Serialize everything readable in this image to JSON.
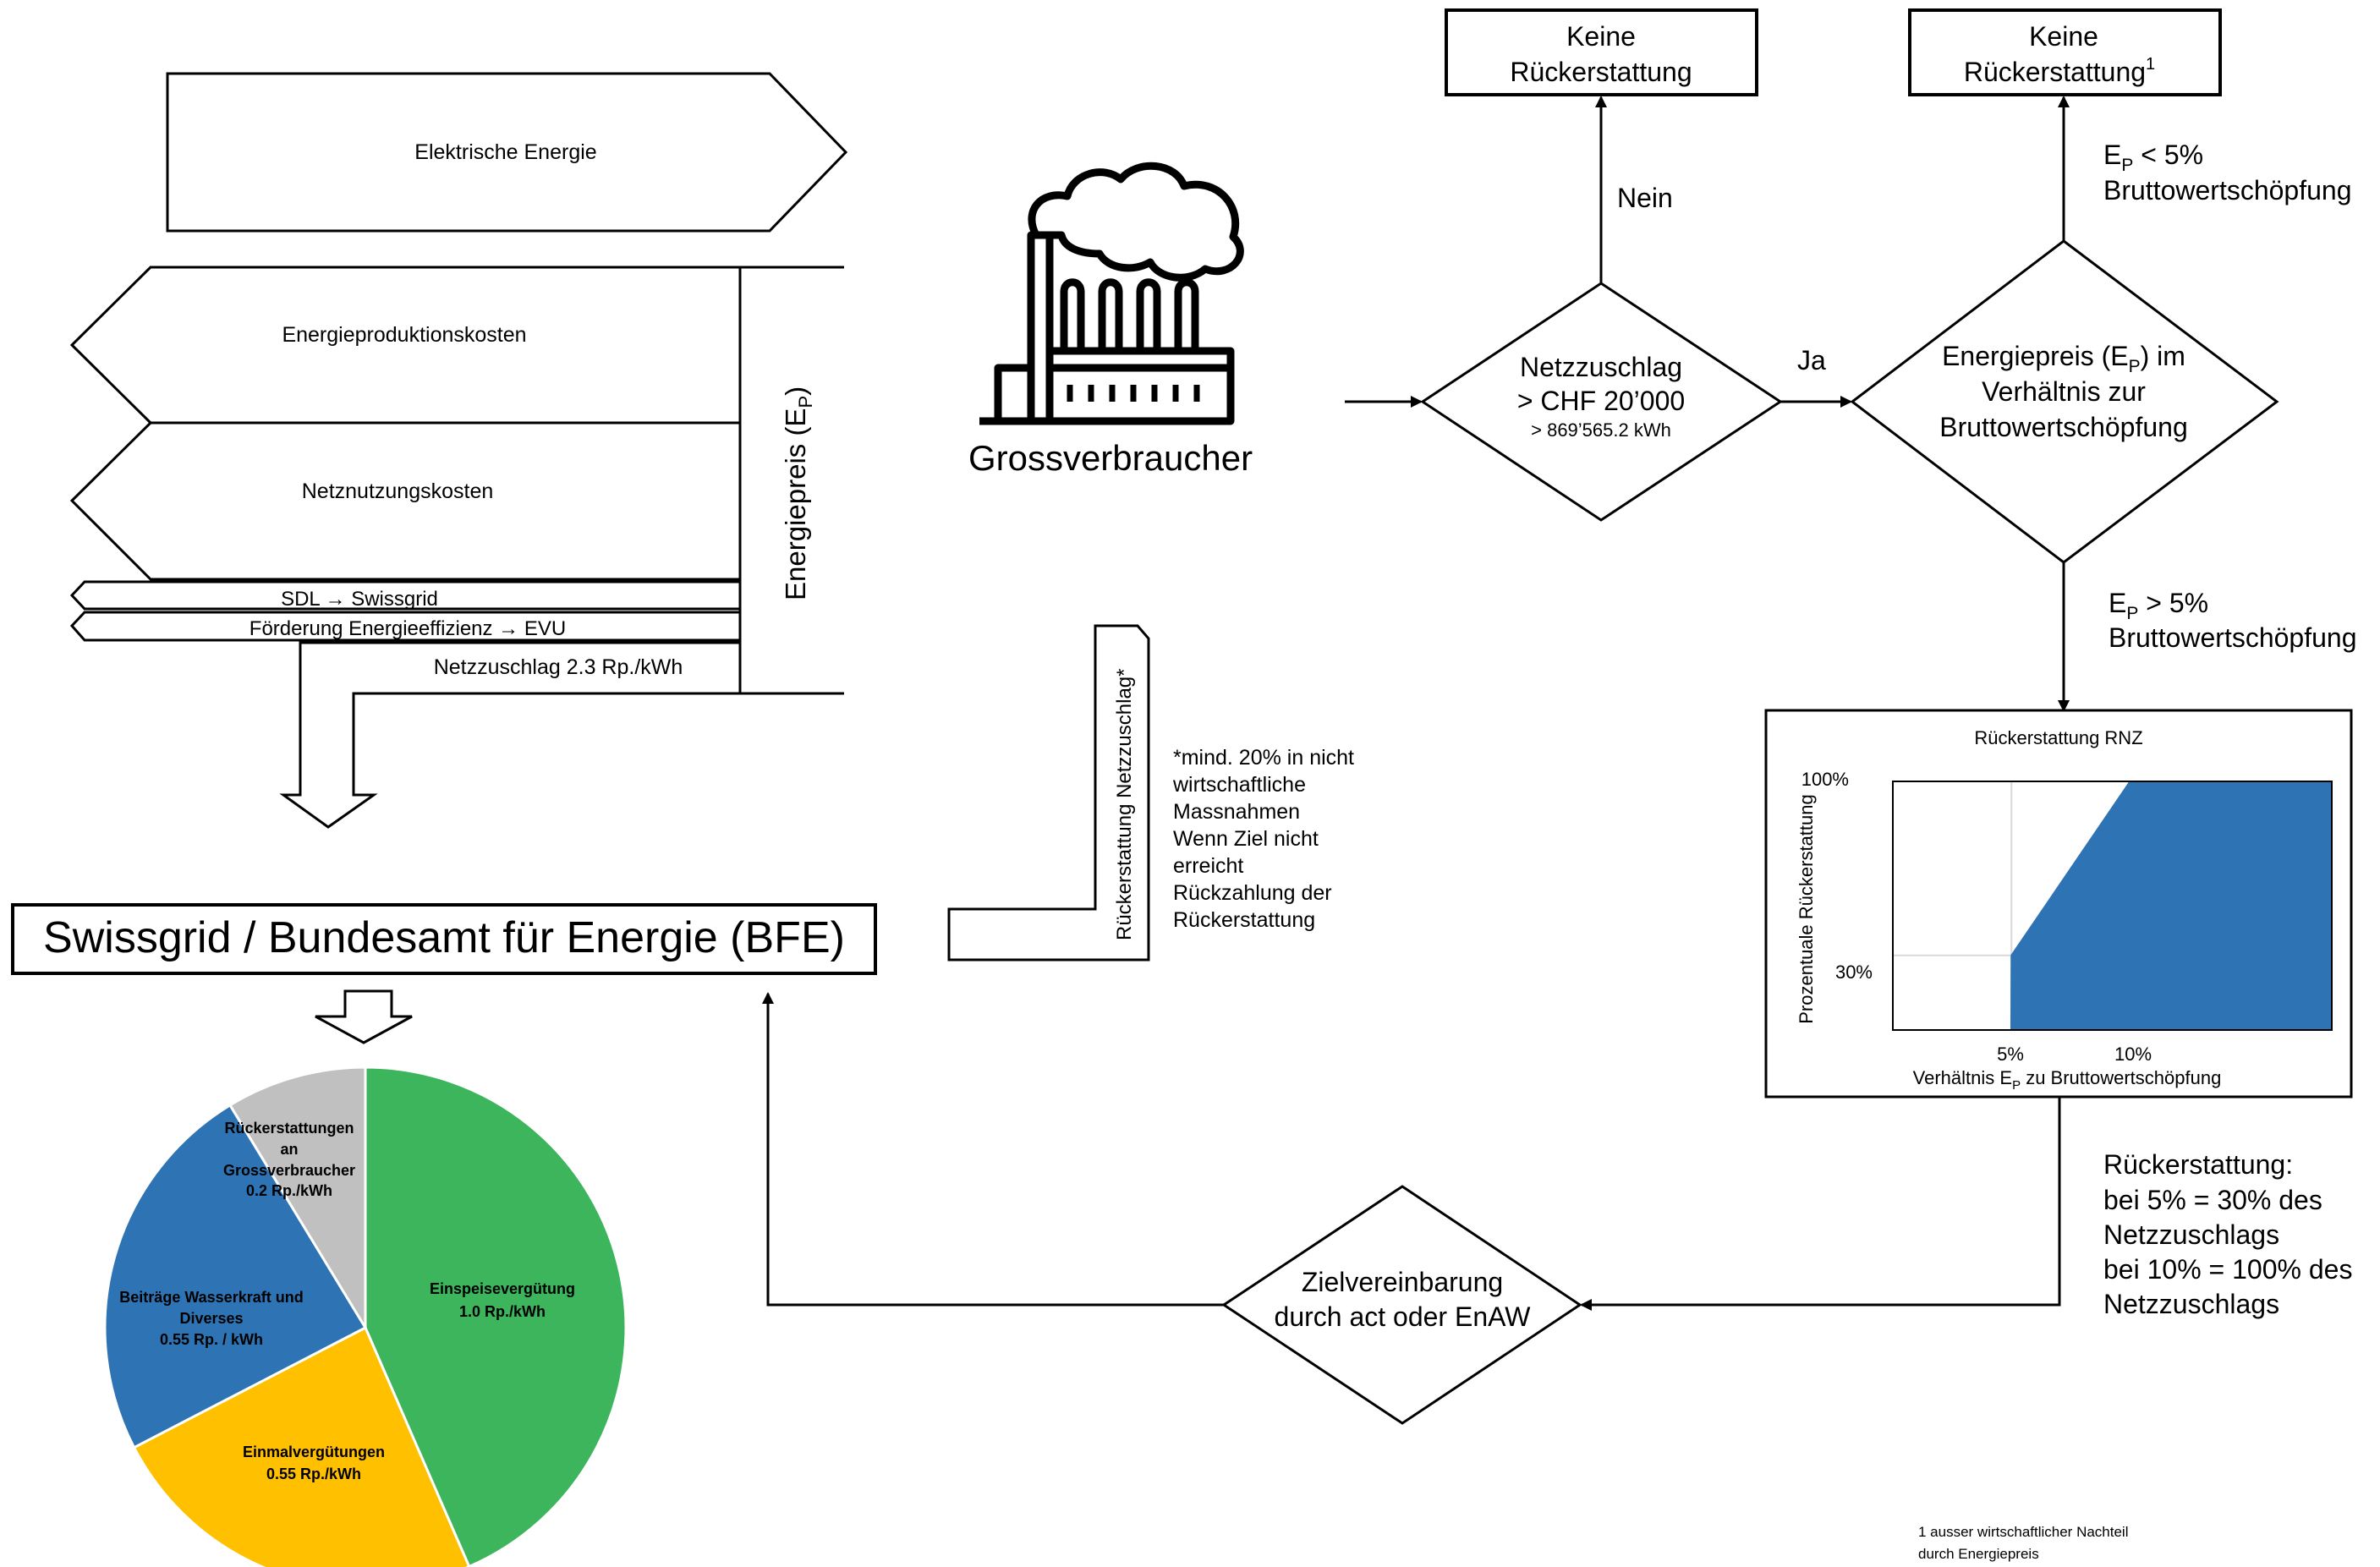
{
  "energy_flow": {
    "elektrische_energie": "Elektrische Energie",
    "energieproduktionskosten": "Energieproduktionskosten",
    "netznutzungskosten": "Netznutzungskosten",
    "sdl": "SDL → Swissgrid",
    "foerderung": "Förderung Energieeffizienz → EVU",
    "netzzuschlag": "Netzzuschlag 2.3 Rp./kWh",
    "energiepreis_vertical": "Energiepreis (E",
    "energiepreis_sub": "P",
    "energiepreis_close": ")"
  },
  "bfe_box": "Swissgrid / Bundesamt für Energie (BFE)",
  "factory_label": "Grossverbraucher",
  "refund_label": "Rückerstattung Netzzuschlag*",
  "footnote_star": {
    "line1": "*mind. 20% in nicht",
    "line2": "wirtschaftliche",
    "line3": "Massnahmen",
    "line4": "Wenn Ziel nicht",
    "line5": "erreicht",
    "line6": "Rückzahlung der",
    "line7": "Rückerstattung"
  },
  "flow": {
    "keine1_line1": "Keine",
    "keine1_line2": "Rückerstattung",
    "keine2_line1": "Keine",
    "keine2_line2": "Rückerstattung",
    "keine2_sup": "1",
    "nein": "Nein",
    "ja": "Ja",
    "diamond1_line1": "Netzzuschlag",
    "diamond1_line2": "> CHF 20’000",
    "diamond1_line3": "> 869’565.2 kWh",
    "diamond2_line1a": "Energiepreis (E",
    "diamond2_sub": "P",
    "diamond2_line1b": ") im",
    "diamond2_line2": "Verhältnis zur",
    "diamond2_line3": "Bruttowertschöpfung",
    "ep_lt_a": "E",
    "ep_lt_sub": "P",
    "ep_lt_b": " < 5%",
    "ep_lt_line2": "Bruttowertschöpfung",
    "ep_gt_a": "E",
    "ep_gt_sub": "P",
    "ep_gt_b": " > 5%",
    "ep_gt_line2": "Bruttowertschöpfung",
    "zielvereinbarung_line1": "Zielvereinbarung",
    "zielvereinbarung_line2": "durch act oder EnAW",
    "rueck_info": {
      "line1": "Rückerstattung:",
      "line2": "bei 5% = 30% des",
      "line3": "Netzzuschlags",
      "line4": "bei 10% = 100% des",
      "line5": "Netzzuschlags"
    }
  },
  "footnote_1": {
    "line1": "1 ausser wirtschaftlicher Nachteil",
    "line2": "durch Energiepreis"
  },
  "pie_labels": {
    "einspeise_l1": "Einspeisevergütung",
    "einspeise_l2": "1.0 Rp./kWh",
    "einmal_l1": "Einmalvergütungen",
    "einmal_l2": "0.55 Rp./kWh",
    "wasser_l1": "Beiträge Wasserkraft und",
    "wasser_l2": "Diverses",
    "wasser_l3": "0.55 Rp. / kWh",
    "rueck_l1": "Rückerstattungen",
    "rueck_l2": "an",
    "rueck_l3": "Grossverbraucher",
    "rueck_l4": "0.2 Rp./kWh"
  },
  "chart_data": [
    {
      "type": "pie",
      "title": "",
      "slices": [
        {
          "label": "Einspeisevergütung",
          "value": 1.0,
          "unit": "Rp./kWh",
          "color": "#3cb55c"
        },
        {
          "label": "Einmalvergütungen",
          "value": 0.55,
          "unit": "Rp./kWh",
          "color": "#ffc000"
        },
        {
          "label": "Beiträge Wasserkraft und Diverses",
          "value": 0.55,
          "unit": "Rp. / kWh",
          "color": "#2e74b5"
        },
        {
          "label": "Rückerstattungen an Grossverbraucher",
          "value": 0.2,
          "unit": "Rp./kWh",
          "color": "#c0c0c0"
        }
      ]
    },
    {
      "type": "area",
      "title": "Rückerstattung RNZ",
      "xlabel": "Verhältnis E",
      "xlabel_sub": "P",
      "xlabel_rest": " zu Bruttowertschöpfung",
      "ylabel": "Prozentuale Rückerstattung",
      "x_ticks": [
        5,
        10
      ],
      "x_tick_labels": [
        "5%",
        "10%"
      ],
      "y_ticks": [
        30,
        100
      ],
      "y_tick_labels": [
        "30%",
        "100%"
      ],
      "xlim": [
        0,
        18.5
      ],
      "ylim": [
        0,
        100
      ],
      "points": [
        [
          0,
          0
        ],
        [
          4.99,
          0
        ],
        [
          5,
          30
        ],
        [
          10,
          100
        ],
        [
          18.5,
          100
        ]
      ],
      "color": "#2e74b5"
    }
  ]
}
